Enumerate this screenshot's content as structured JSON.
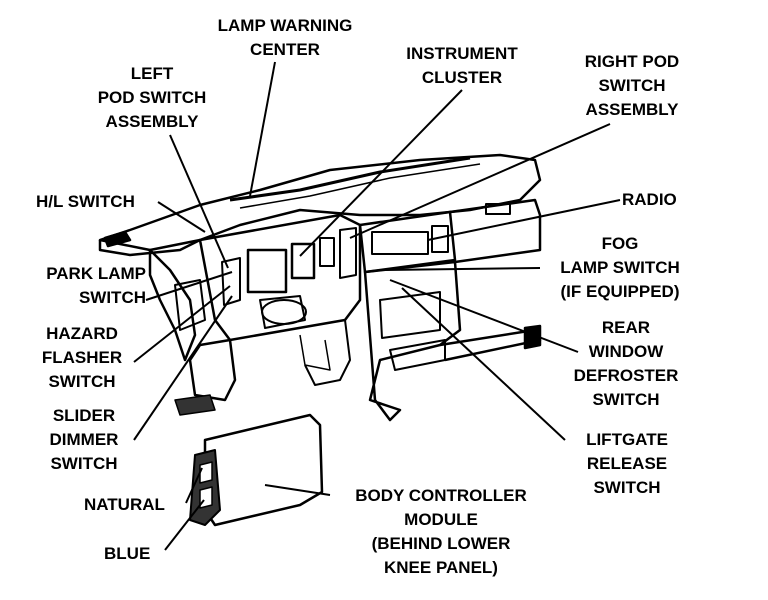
{
  "labels": {
    "lamp_warning_center": [
      "LAMP WARNING",
      "CENTER"
    ],
    "instrument_cluster": [
      "INSTRUMENT",
      "CLUSTER"
    ],
    "right_pod_switch": [
      "RIGHT POD",
      "SWITCH",
      "ASSEMBLY"
    ],
    "left_pod_switch": [
      "LEFT",
      "POD SWITCH",
      "ASSEMBLY"
    ],
    "hl_switch": [
      "H/L SWITCH"
    ],
    "radio": [
      "RADIO"
    ],
    "park_lamp_switch": [
      "PARK LAMP",
      "SWITCH"
    ],
    "fog_lamp_switch": [
      "FOG",
      "LAMP SWITCH",
      "(IF EQUIPPED)"
    ],
    "hazard_flasher_switch": [
      "HAZARD",
      "FLASHER",
      "SWITCH"
    ],
    "rear_window_defroster_switch": [
      "REAR",
      "WINDOW",
      "DEFROSTER",
      "SWITCH"
    ],
    "slider_dimmer_switch": [
      "SLIDER",
      "DIMMER",
      "SWITCH"
    ],
    "liftgate_release_switch": [
      "LIFTGATE",
      "RELEASE",
      "SWITCH"
    ],
    "natural": [
      "NATURAL"
    ],
    "blue": [
      "BLUE"
    ],
    "body_controller_module": [
      "BODY CONTROLLER",
      "MODULE",
      "(BEHIND LOWER",
      "KNEE PANEL)"
    ]
  },
  "colors": {
    "ink": "#000000",
    "paper": "#ffffff",
    "shade": "#555555"
  }
}
